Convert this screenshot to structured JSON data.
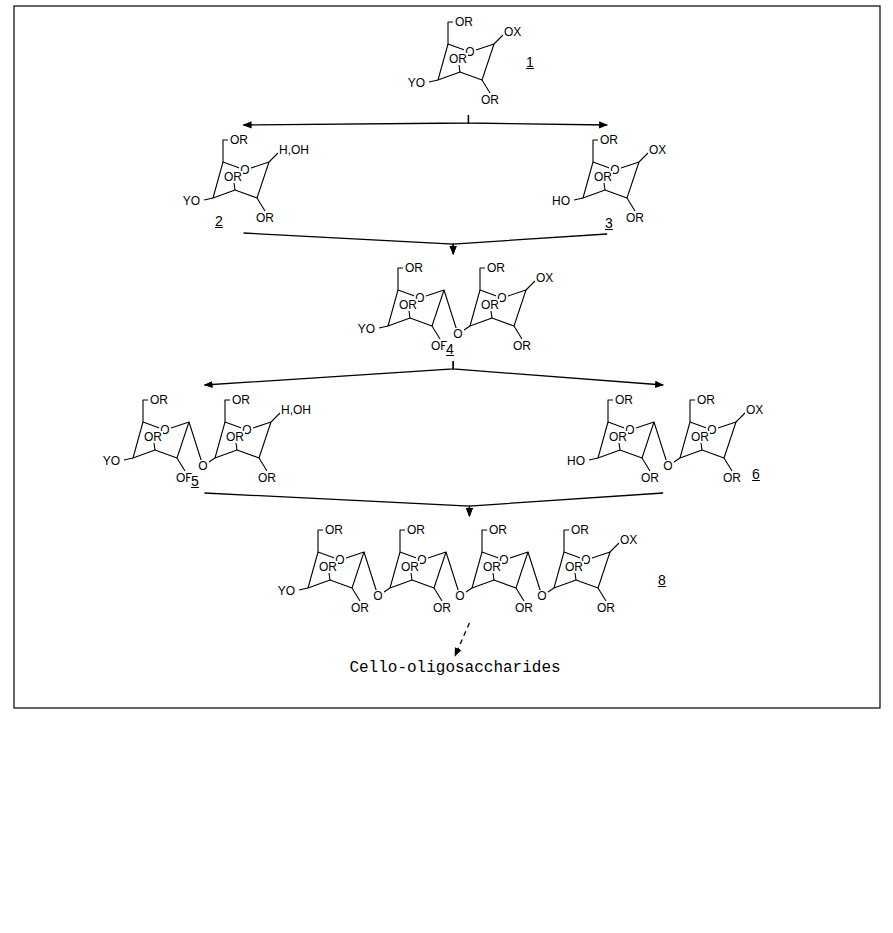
{
  "diagram": {
    "nodes": [
      {
        "text": [
          "OR",
          "O",
          "OR",
          "YO",
          "OR",
          "OX",
          "1"
        ]
      },
      {
        "text": [
          "OR",
          "O",
          "OR",
          "YO",
          "OR",
          "H,OH",
          "2"
        ]
      },
      {
        "text": [
          "OR",
          "O",
          "OR",
          "HO",
          "OR",
          "OX",
          "3"
        ]
      },
      {
        "text": [
          "OR",
          "O",
          "OR",
          "YO",
          "OR",
          "O",
          "OR",
          "O",
          "OR",
          "OR",
          "OX",
          "4"
        ]
      },
      {
        "text": [
          "OR",
          "O",
          "OR",
          "YO",
          "OR",
          "O",
          "OR",
          "O",
          "OR",
          "OR",
          "H,OH",
          "5"
        ]
      },
      {
        "text": [
          "OR",
          "O",
          "OR",
          "HO",
          "OR",
          "O",
          "OR",
          "O",
          "OR",
          "OR",
          "OX",
          "6"
        ]
      },
      {
        "text": [
          "OR",
          "O",
          "OR",
          "YO",
          "OR",
          "O",
          "OR",
          "O",
          "OR",
          "OR",
          "O",
          "OR",
          "O",
          "OR",
          "OR",
          "O",
          "OR",
          "O",
          "OR",
          "OR",
          "OX",
          "8"
        ]
      },
      {
        "text": [
          "Cello-oligosaccharides"
        ]
      }
    ],
    "edges": [
      {
        "from": 0,
        "to": 1,
        "arrow": "to"
      },
      {
        "from": 0,
        "to": 2,
        "arrow": "to"
      },
      {
        "from": 1,
        "to": 3,
        "arrow": "to"
      },
      {
        "from": 2,
        "to": 3,
        "arrow": "to"
      },
      {
        "from": 3,
        "to": 4,
        "arrow": "to"
      },
      {
        "from": 3,
        "to": 5,
        "arrow": "to"
      },
      {
        "from": 4,
        "to": 6,
        "arrow": "to"
      },
      {
        "from": 5,
        "to": 6,
        "arrow": "to"
      },
      {
        "from": 6,
        "to": 7,
        "arrow": "to"
      }
    ]
  }
}
